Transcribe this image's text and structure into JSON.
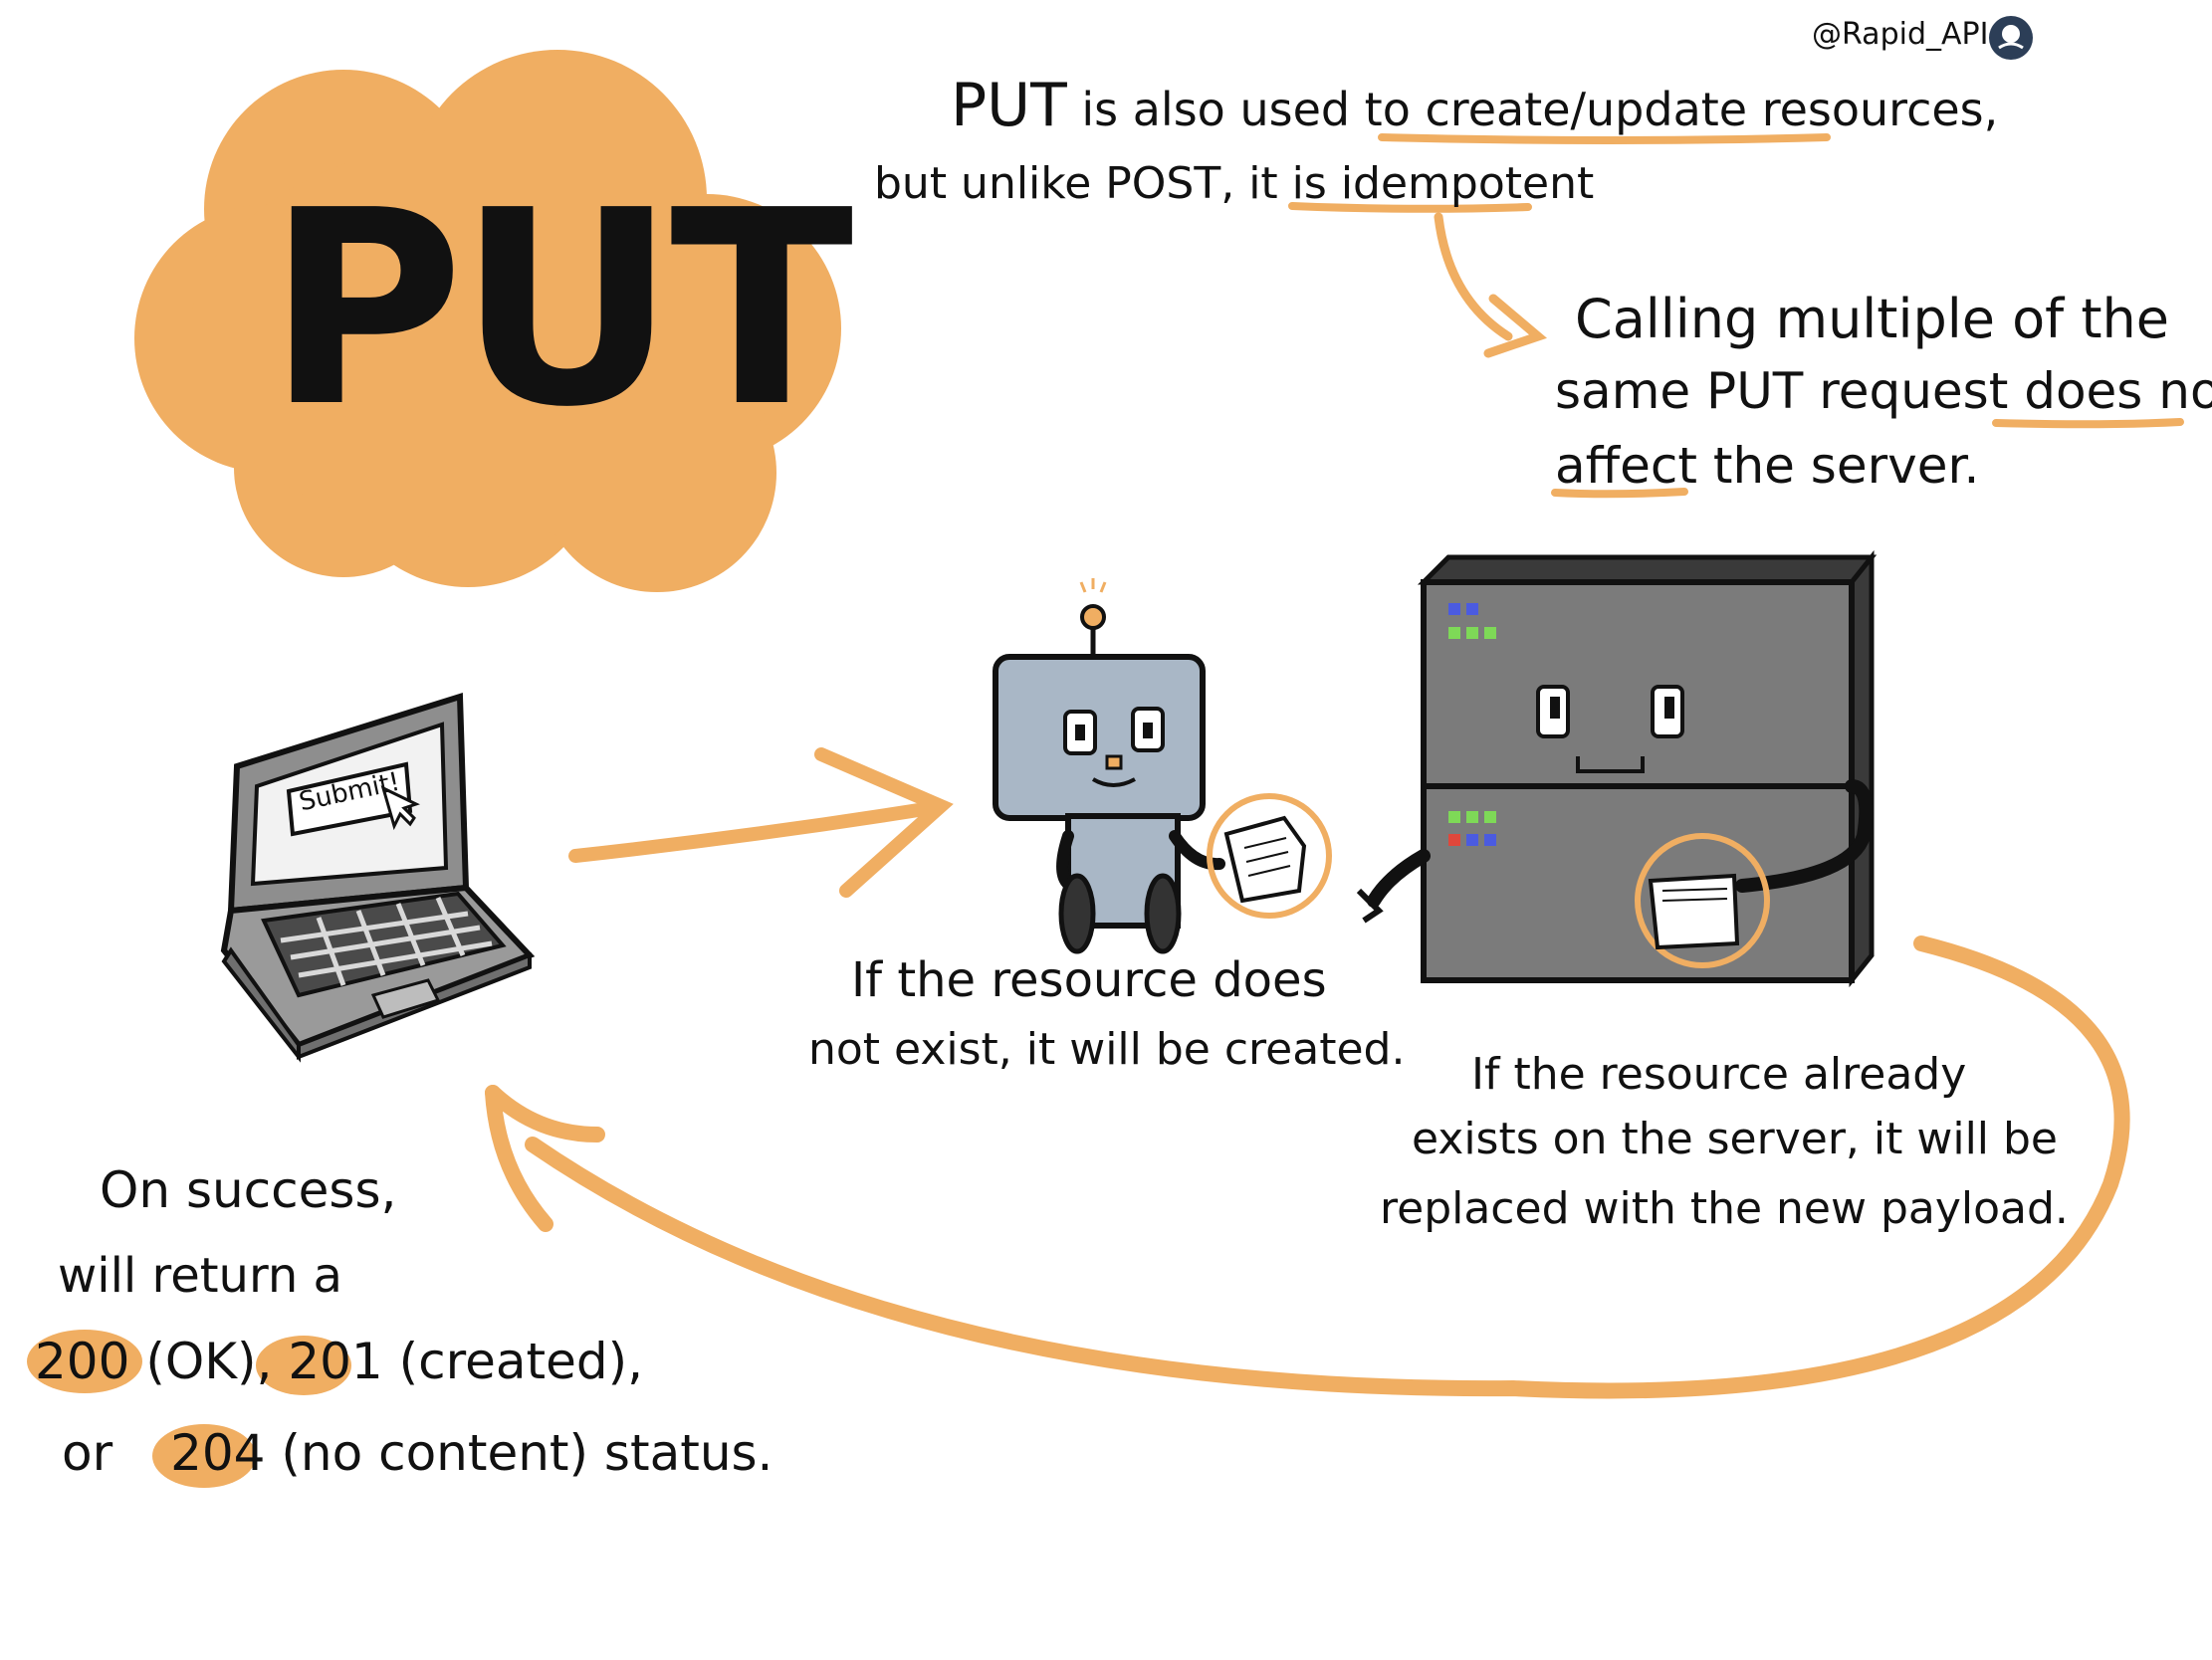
{
  "handle": "@Rapid_API",
  "title": "PUT",
  "top_note": {
    "line1_a": "PUT",
    "line1_b": "is also used to",
    "line1_u": "create/update resources,",
    "line2_a": "but unlike POST, it is",
    "line2_u": "idempotent"
  },
  "idempotent_note": {
    "line1": "Calling multiple of the",
    "line2": "same PUT request",
    "line2_u": "does not",
    "line3_u": "affect",
    "line3": "the server."
  },
  "laptop": {
    "screen_button": "Submit!"
  },
  "robot_note": {
    "line1": "If the resource does",
    "line2": "not exist, it will be created."
  },
  "server_note": {
    "line1": "If the resource already",
    "line2": "exists on the server, it will be",
    "line3": "replaced with the new payload."
  },
  "success_note": {
    "line1": "On success,",
    "line2": "will return a",
    "code1": "200",
    "label1": "(OK),",
    "code2": "201",
    "label2": "(created),",
    "line4_a": "or",
    "code3": "204",
    "label3": "(no content) status."
  },
  "colors": {
    "accent": "#F0AE62",
    "ink": "#111111",
    "screen": "#F2F2F2",
    "laptop_body": "#8E8E8E",
    "robot_body": "#A9B7C6",
    "server_body": "#7B7B7B",
    "server_led_blue": "#4B5BE0",
    "server_led_green": "#7ED957",
    "server_led_red": "#E0473B"
  }
}
